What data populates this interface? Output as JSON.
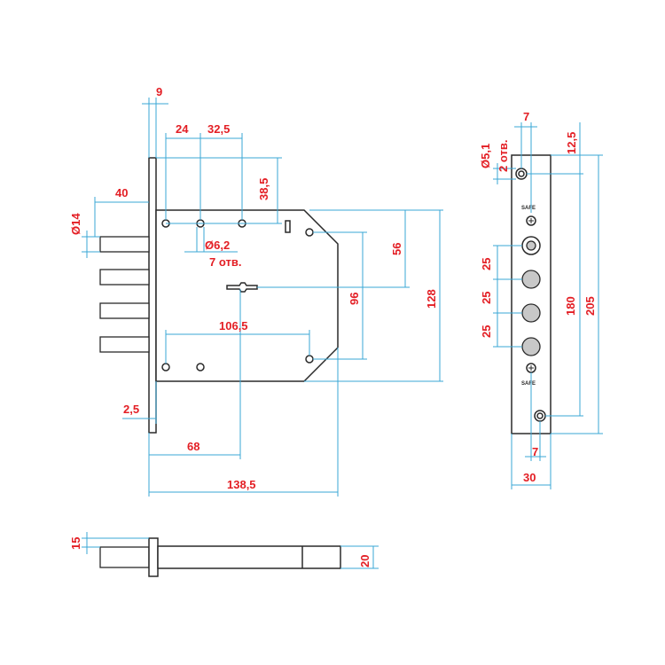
{
  "colors": {
    "outline": "#2a2a2a",
    "dimension_line": "#3aa7d6",
    "dimension_text": "#e31e24",
    "pin_fill": "#c8c8c8"
  },
  "front_view": {
    "dim_9": "9",
    "dim_24": "24",
    "dim_32_5": "32,5",
    "dim_38_5": "38,5",
    "dim_40": "40",
    "dim_dia14": "Ø14",
    "dim_dia6_2": "Ø6,2",
    "holes_note": "7 отв.",
    "dim_56": "56",
    "dim_96": "96",
    "dim_128": "128",
    "dim_106_5": "106,5",
    "dim_2_5": "2,5",
    "dim_68": "68",
    "dim_138_5": "138,5"
  },
  "side_view": {
    "dim_7_top": "7",
    "dim_dia5_1": "Ø5,1",
    "holes_note": "2 отв.",
    "dim_12_5": "12,5",
    "dim_25_a": "25",
    "dim_25_b": "25",
    "dim_25_c": "25",
    "dim_180": "180",
    "dim_205": "205",
    "dim_7_bottom": "7",
    "dim_30": "30",
    "brand_top": "SAFE",
    "brand_bottom": "SAFE"
  },
  "bottom_view": {
    "dim_15": "15",
    "dim_20": "20"
  }
}
